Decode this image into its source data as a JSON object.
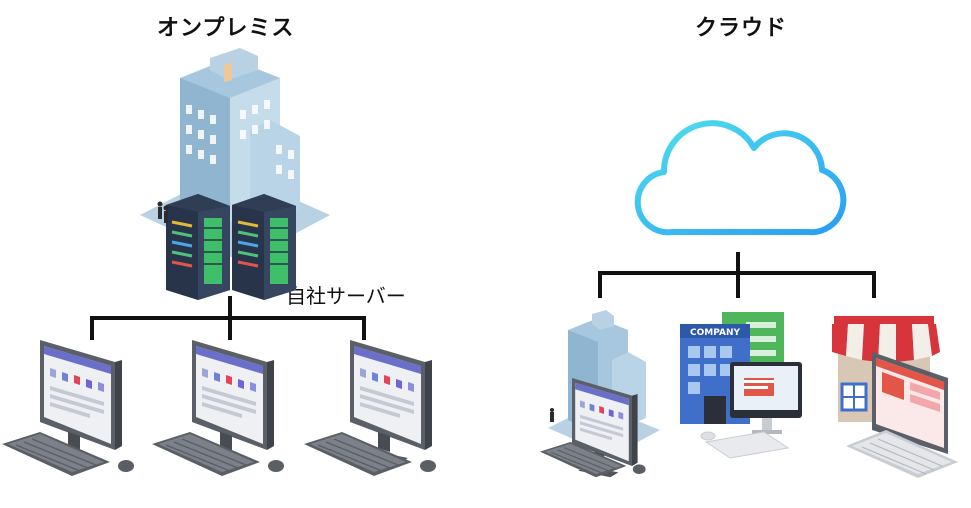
{
  "on_premise": {
    "title": "オンプレミス",
    "server_label": "自社サーバー"
  },
  "cloud": {
    "title": "クラウド",
    "company_sign": "COMPANY"
  },
  "colors": {
    "line": "#111111",
    "cloud_gradient_start": "#3fd3e8",
    "cloud_gradient_end": "#2a9df4",
    "building_light": "#a7c7df",
    "server_dark": "#27344a",
    "awning_red": "#d8343b"
  }
}
